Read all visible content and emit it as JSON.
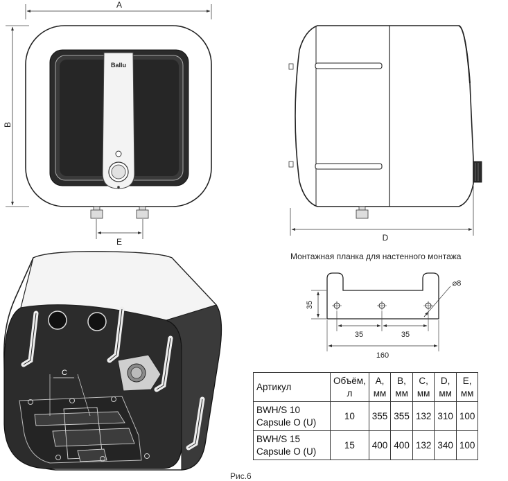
{
  "dimensions": {
    "a": "A",
    "b": "B",
    "e": "E",
    "d": "D",
    "c": "C"
  },
  "logo": "Ballu",
  "bracket": {
    "caption": "Монтажная планка для настенного монтажа",
    "height": "35",
    "spacing_left": "35",
    "spacing_right": "35",
    "total_width": "160",
    "hole_diameter": "⌀8"
  },
  "spec_table": {
    "headers": [
      [
        "Артикул"
      ],
      [
        "Объём,",
        "л"
      ],
      [
        "А,",
        "мм"
      ],
      [
        "В,",
        "мм"
      ],
      [
        "С,",
        "мм"
      ],
      [
        "D,",
        "мм"
      ],
      [
        "Е,",
        "мм"
      ]
    ],
    "rows": [
      {
        "article": [
          "BWH/S 10",
          "Capsule O (U)"
        ],
        "values": [
          "10",
          "355",
          "355",
          "132",
          "310",
          "100"
        ]
      },
      {
        "article": [
          "BWH/S 15",
          "Capsule O (U)"
        ],
        "values": [
          "15",
          "400",
          "400",
          "132",
          "340",
          "100"
        ]
      }
    ]
  },
  "footer": "Рис.6"
}
